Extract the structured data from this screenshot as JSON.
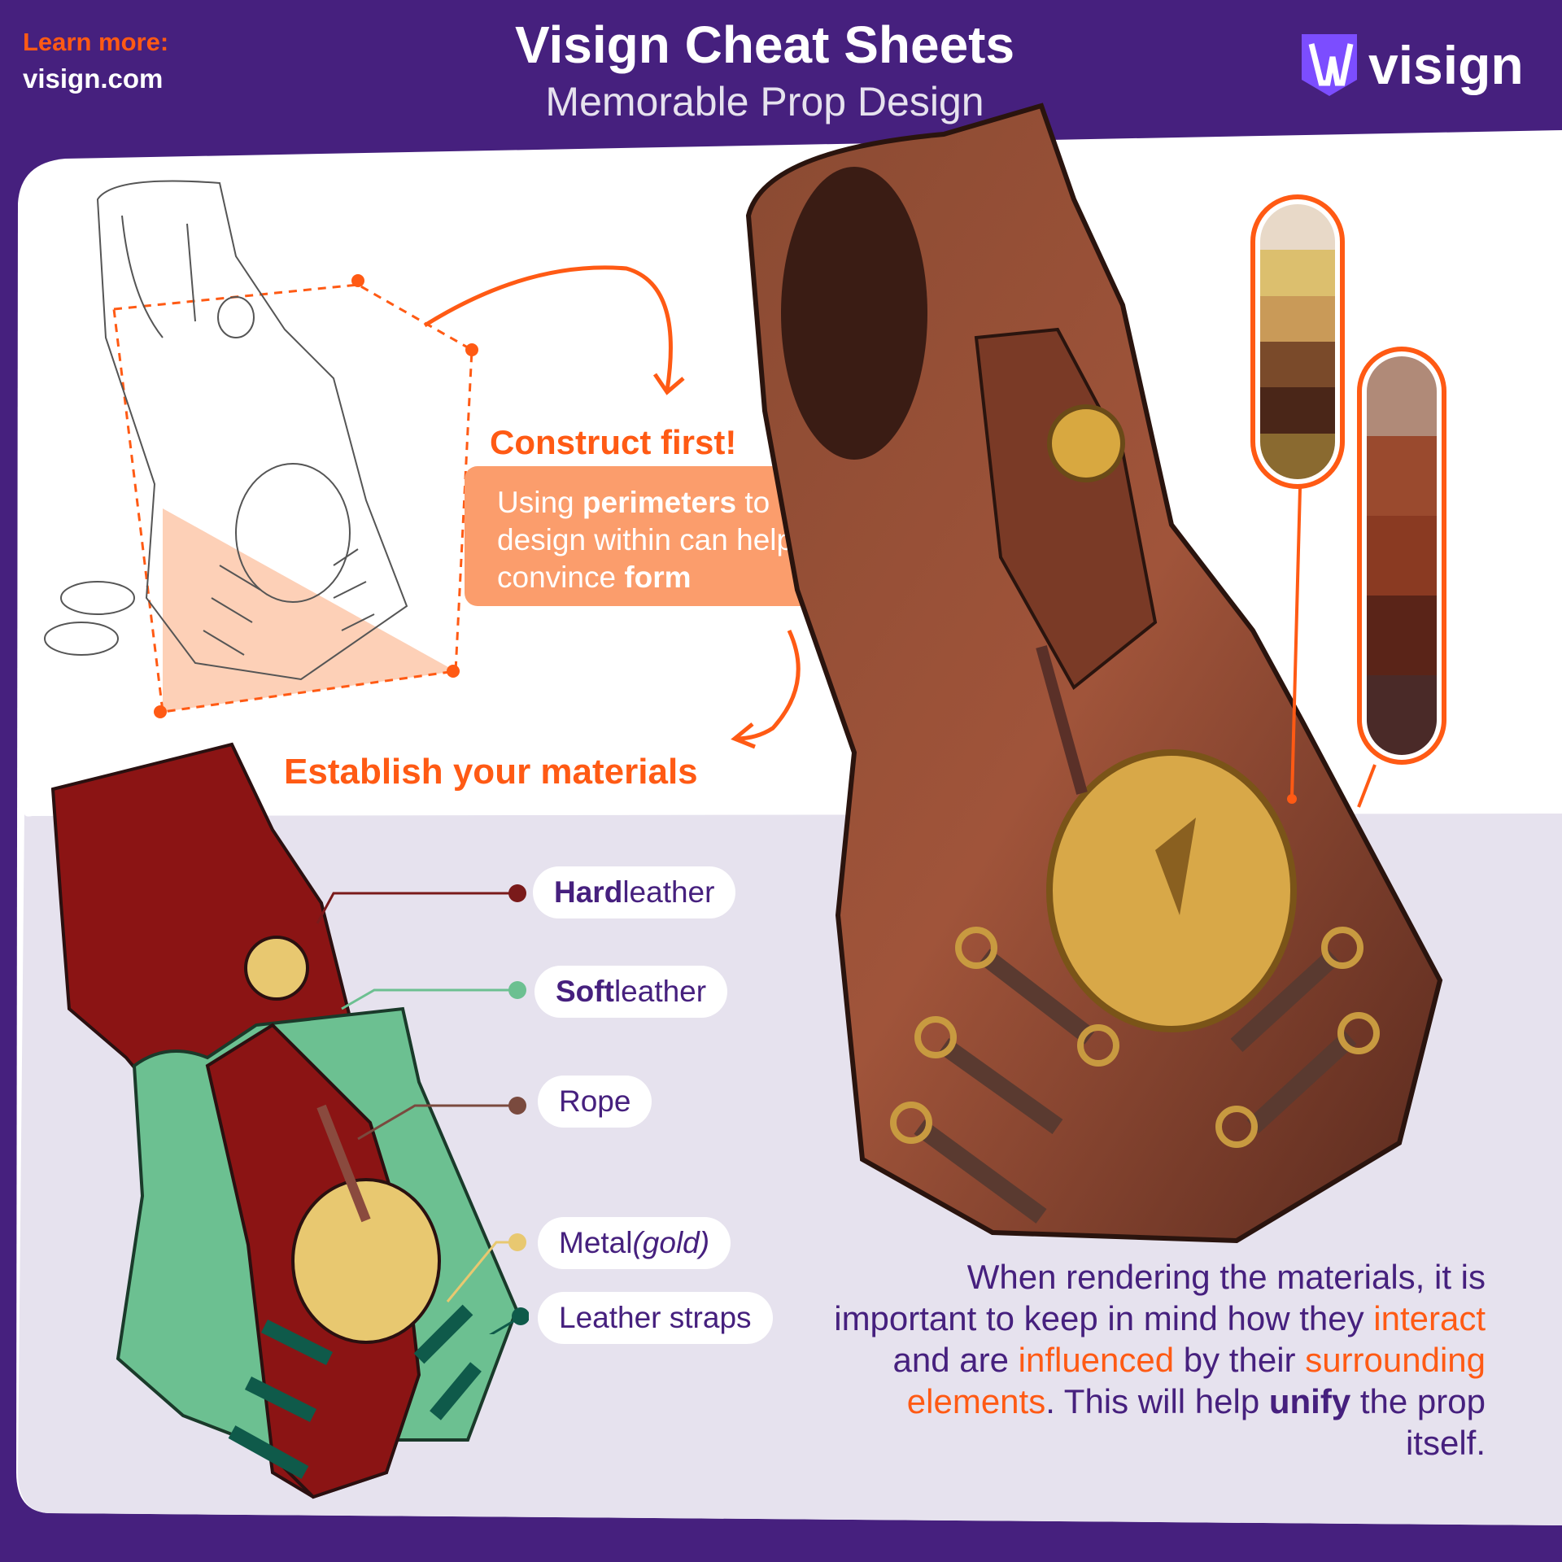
{
  "header": {
    "learn_more": "Learn more:",
    "site": "visign.com",
    "title": "Visign Cheat Sheets",
    "subtitle": "Memorable Prop Design",
    "logo_text": "visign"
  },
  "construct": {
    "heading": "Construct first!",
    "tip_pre": "Using ",
    "tip_bold1": "perimeters",
    "tip_mid": " to design within can help convince ",
    "tip_bold2": "form"
  },
  "materials": {
    "heading": "Establish your materials",
    "labels": [
      {
        "bold": "Hard",
        "rest": " leather",
        "color": "#7a1a1a"
      },
      {
        "bold": "Soft",
        "rest": " leather",
        "color": "#6cc091"
      },
      {
        "bold": "",
        "rest": "Rope",
        "color": "#7a4a3e"
      },
      {
        "bold": "",
        "rest": "Metal ",
        "italic": "(gold)",
        "color": "#e8c870"
      },
      {
        "bold": "",
        "rest": "Leather straps",
        "color": "#0f5a4a"
      }
    ]
  },
  "paragraph": {
    "p1": "When rendering the materials, it is important to keep in mind how they ",
    "h1": "interact",
    "p2": " and are ",
    "h2": "influenced",
    "p3": " by their ",
    "h3": "surrounding elements",
    "p4": ". This will help ",
    "b1": "unify",
    "p5": " the prop itself."
  },
  "colors": {
    "brand": "#46207e",
    "accent": "#ff5a14",
    "hard_leather": "#8b1414",
    "soft_leather": "#6cc091",
    "metal": "#e8c870",
    "straps": "#0f5a4a"
  },
  "swatches": {
    "palette1": [
      "#e8d9c8",
      "#dcbf6e",
      "#c99a58",
      "#7a4a2a",
      "#4a2618",
      "#8a6a30"
    ],
    "palette2": [
      "#b08a78",
      "#9a4a2e",
      "#8a3a22",
      "#5a2418",
      "#4a2a28"
    ]
  }
}
